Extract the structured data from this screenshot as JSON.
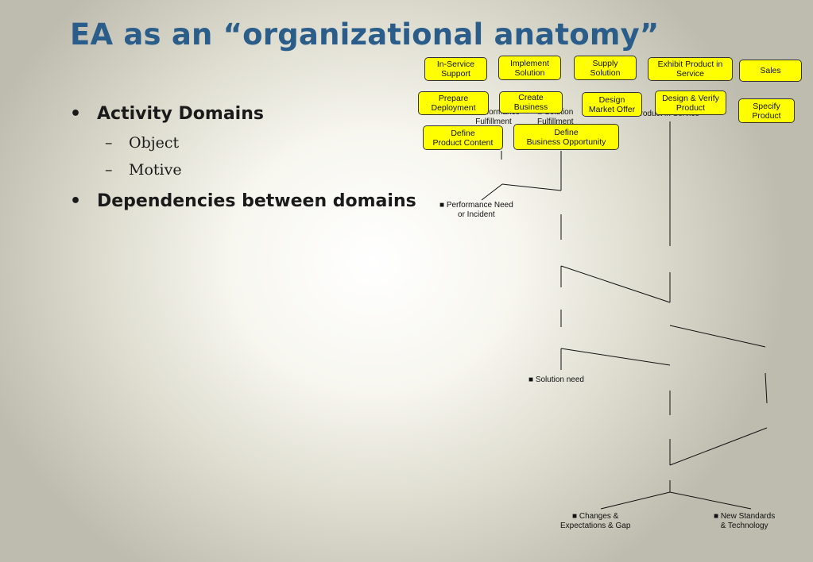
{
  "slide": {
    "title": "EA as an “organizational anatomy”",
    "bullets": [
      {
        "text": "Activity Domains",
        "subitems": [
          "Object",
          "Motive"
        ]
      },
      {
        "text": "Dependencies between domains",
        "subitems": []
      }
    ],
    "bullet_symbol": "•",
    "sub_symbol": "–"
  },
  "diagram": {
    "boxes": [
      {
        "id": "in-service-support",
        "text": "In-Service\nSupport"
      },
      {
        "id": "implement-solution",
        "text": "Implement\nSolution"
      },
      {
        "id": "supply-solution",
        "text": "Supply\nSolution"
      },
      {
        "id": "exhibit-product",
        "text": "Exhibit Product in\nService"
      },
      {
        "id": "sales",
        "text": "Sales"
      },
      {
        "id": "prepare-deployment",
        "text": "Prepare\nDeployment"
      },
      {
        "id": "create-business",
        "text": "Create\nBusiness"
      },
      {
        "id": "design-market-offer",
        "text": "Design\nMarket Offer"
      },
      {
        "id": "design-verify-product",
        "text": "Design & Verify\nProduct"
      },
      {
        "id": "specify-product",
        "text": "Specify\nProduct"
      },
      {
        "id": "define-product-content",
        "text": "Define\nProduct Content"
      },
      {
        "id": "define-business-opportunity",
        "text": "Define\nBusiness Opportunity"
      }
    ],
    "labels": [
      {
        "id": "performance-fulfillment",
        "text": "■ Performance\nFulfillment"
      },
      {
        "id": "solution-fulfillment",
        "text": "■ Solution\nFulfillment"
      },
      {
        "id": "product-in-service",
        "text": "■ Product in Service"
      },
      {
        "id": "performance-need",
        "text": "■ Performance Need\nor Incident"
      },
      {
        "id": "solution-need",
        "text": "■ Solution need"
      },
      {
        "id": "changes-expectations",
        "text": "■ Changes &\nExpectations & Gap"
      },
      {
        "id": "new-standards",
        "text": "■ New Standards\n& Technology"
      }
    ]
  },
  "colors": {
    "title": "#2b5d8a",
    "box_fill": "#ffff00",
    "box_border": "#333333",
    "line": "#111111"
  }
}
